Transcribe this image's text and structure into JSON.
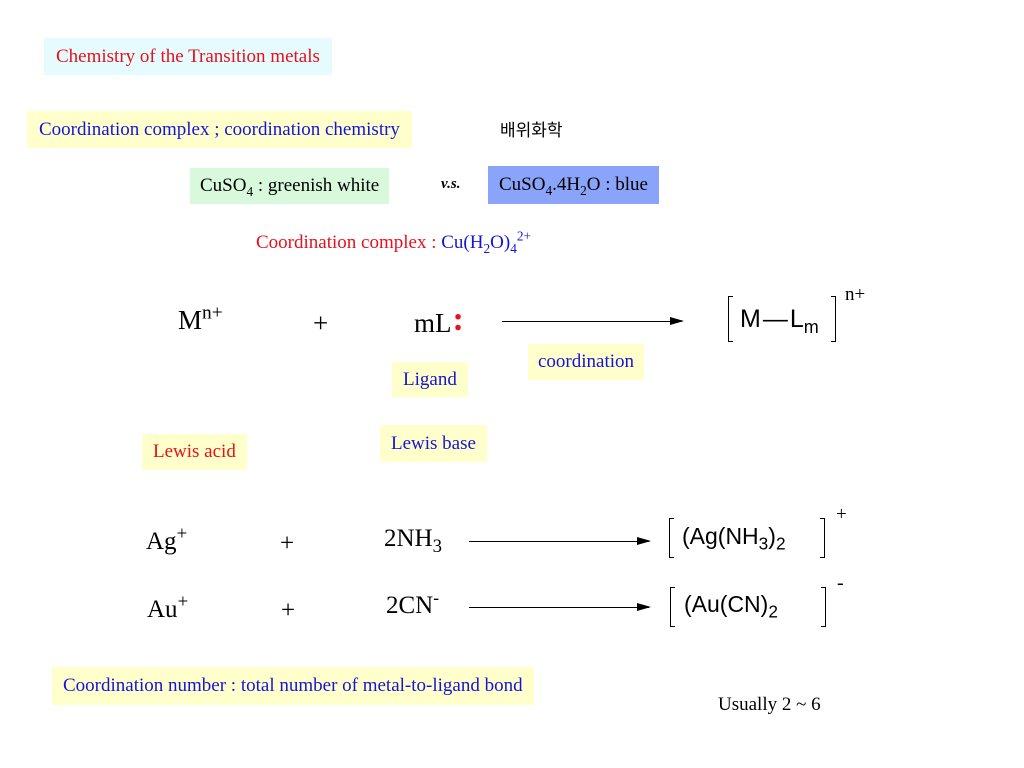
{
  "title": "Chemistry of the Transition metals",
  "coordination_label": "Coordination complex ; coordination chemistry",
  "korean_term": "배위화학",
  "cuso4": {
    "formula": "CuSO",
    "sub": "4",
    "desc": " : greenish white"
  },
  "vs": "v.s.",
  "cuso4_hydrate": {
    "p1": "CuSO",
    "s1": "4",
    "p2": ".4H",
    "s2": "2",
    "p3": "O : blue"
  },
  "complex_example": {
    "label": "Coordination complex : ",
    "p1": "Cu(H",
    "s1": "2",
    "p2": "O)",
    "s2": "4",
    "sup": "2+"
  },
  "general_reaction": {
    "metal": "M",
    "metal_charge": "n+",
    "plus": "+",
    "ligand": "mL",
    "lone_pair": ":",
    "product_metal": "M",
    "bond": "—",
    "product_ligand": "L",
    "product_sub": "m",
    "product_charge": "n+"
  },
  "ligand_tag": "Ligand",
  "coordination_tag": "coordination",
  "lewis_base": "Lewis base",
  "lewis_acid": "Lewis acid",
  "reaction_ag": {
    "metal": "Ag",
    "metal_charge": "+",
    "plus": "+",
    "ligand_p1": "2NH",
    "ligand_s1": "3",
    "prod_p1": "(Ag(NH",
    "prod_s1": "3",
    "prod_p2": ")",
    "prod_s2": "2",
    "prod_charge": "+"
  },
  "reaction_au": {
    "metal": "Au",
    "metal_charge": "+",
    "plus": "+",
    "ligand_p1": "2CN",
    "ligand_sup": "-",
    "prod_p1": "(Au(CN)",
    "prod_s1": "2",
    "prod_charge": "-"
  },
  "coordination_number": "Coordination number : total number of metal-to-ligand bond",
  "usually": "Usually 2 ~ 6",
  "colors": {
    "red": "#e8101c",
    "blue": "#1414d8",
    "cyan_bg": "#e6fbfd",
    "yellow_bg": "#ffffcc",
    "green_bg": "#d8f9dc",
    "periwinkle_bg": "#8aa4fa"
  }
}
